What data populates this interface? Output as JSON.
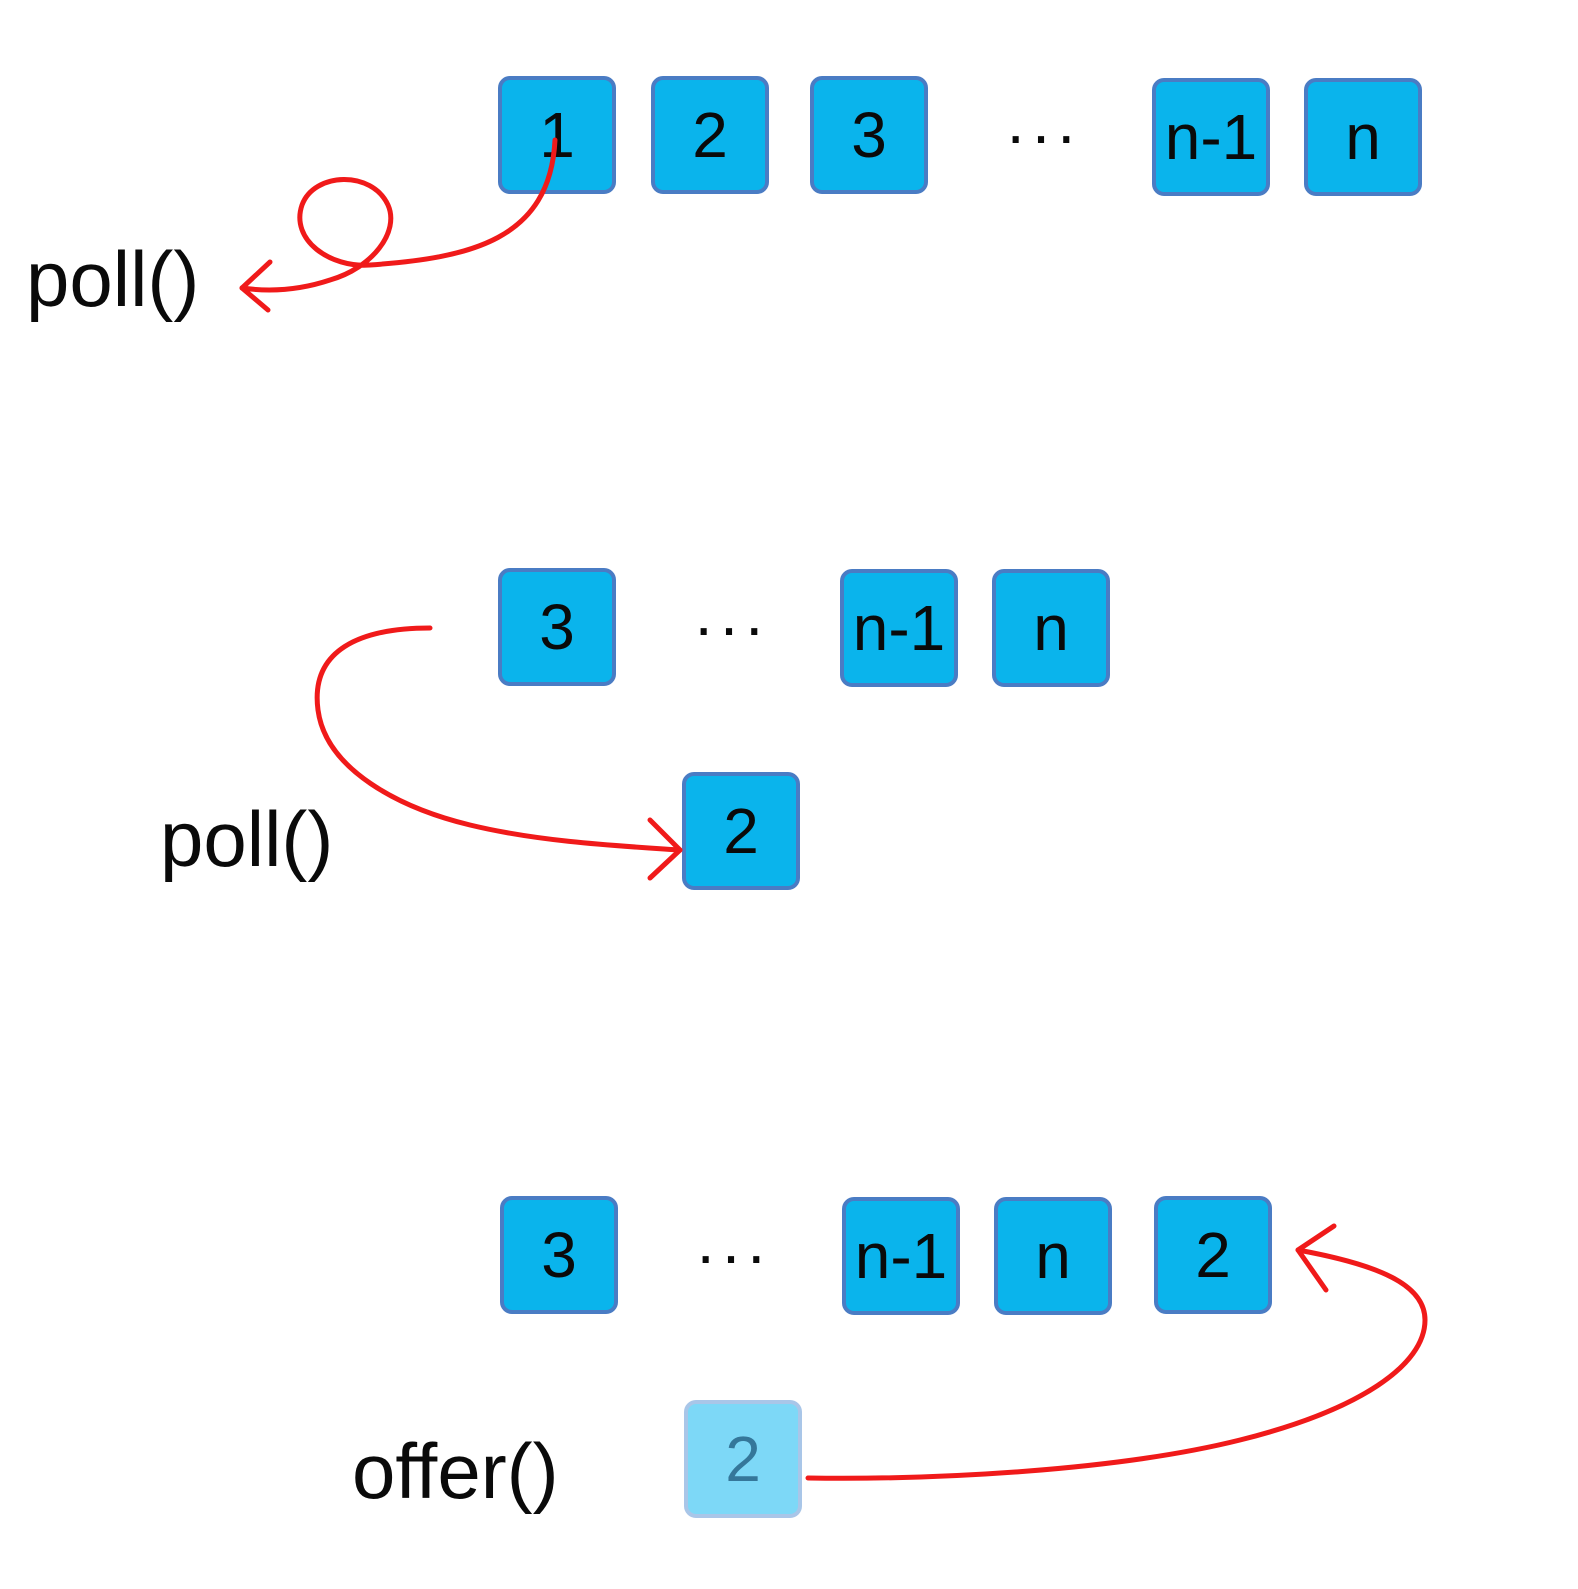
{
  "row1": {
    "cells": [
      "1",
      "2",
      "3",
      "n-1",
      "n"
    ],
    "ellipsis": "···",
    "label": "poll()"
  },
  "row2": {
    "cells": [
      "3",
      "n-1",
      "n"
    ],
    "ellipsis": "···",
    "polled": "2",
    "label": "poll()"
  },
  "row3": {
    "cells": [
      "3",
      "n-1",
      "n",
      "2"
    ],
    "ellipsis": "···",
    "offered": "2",
    "label": "offer()"
  },
  "colors": {
    "box_fill": "#0ab4ec",
    "box_border": "#4a7cc4",
    "faded_fill": "#7dd8f7",
    "arrow": "#f01a1a"
  }
}
